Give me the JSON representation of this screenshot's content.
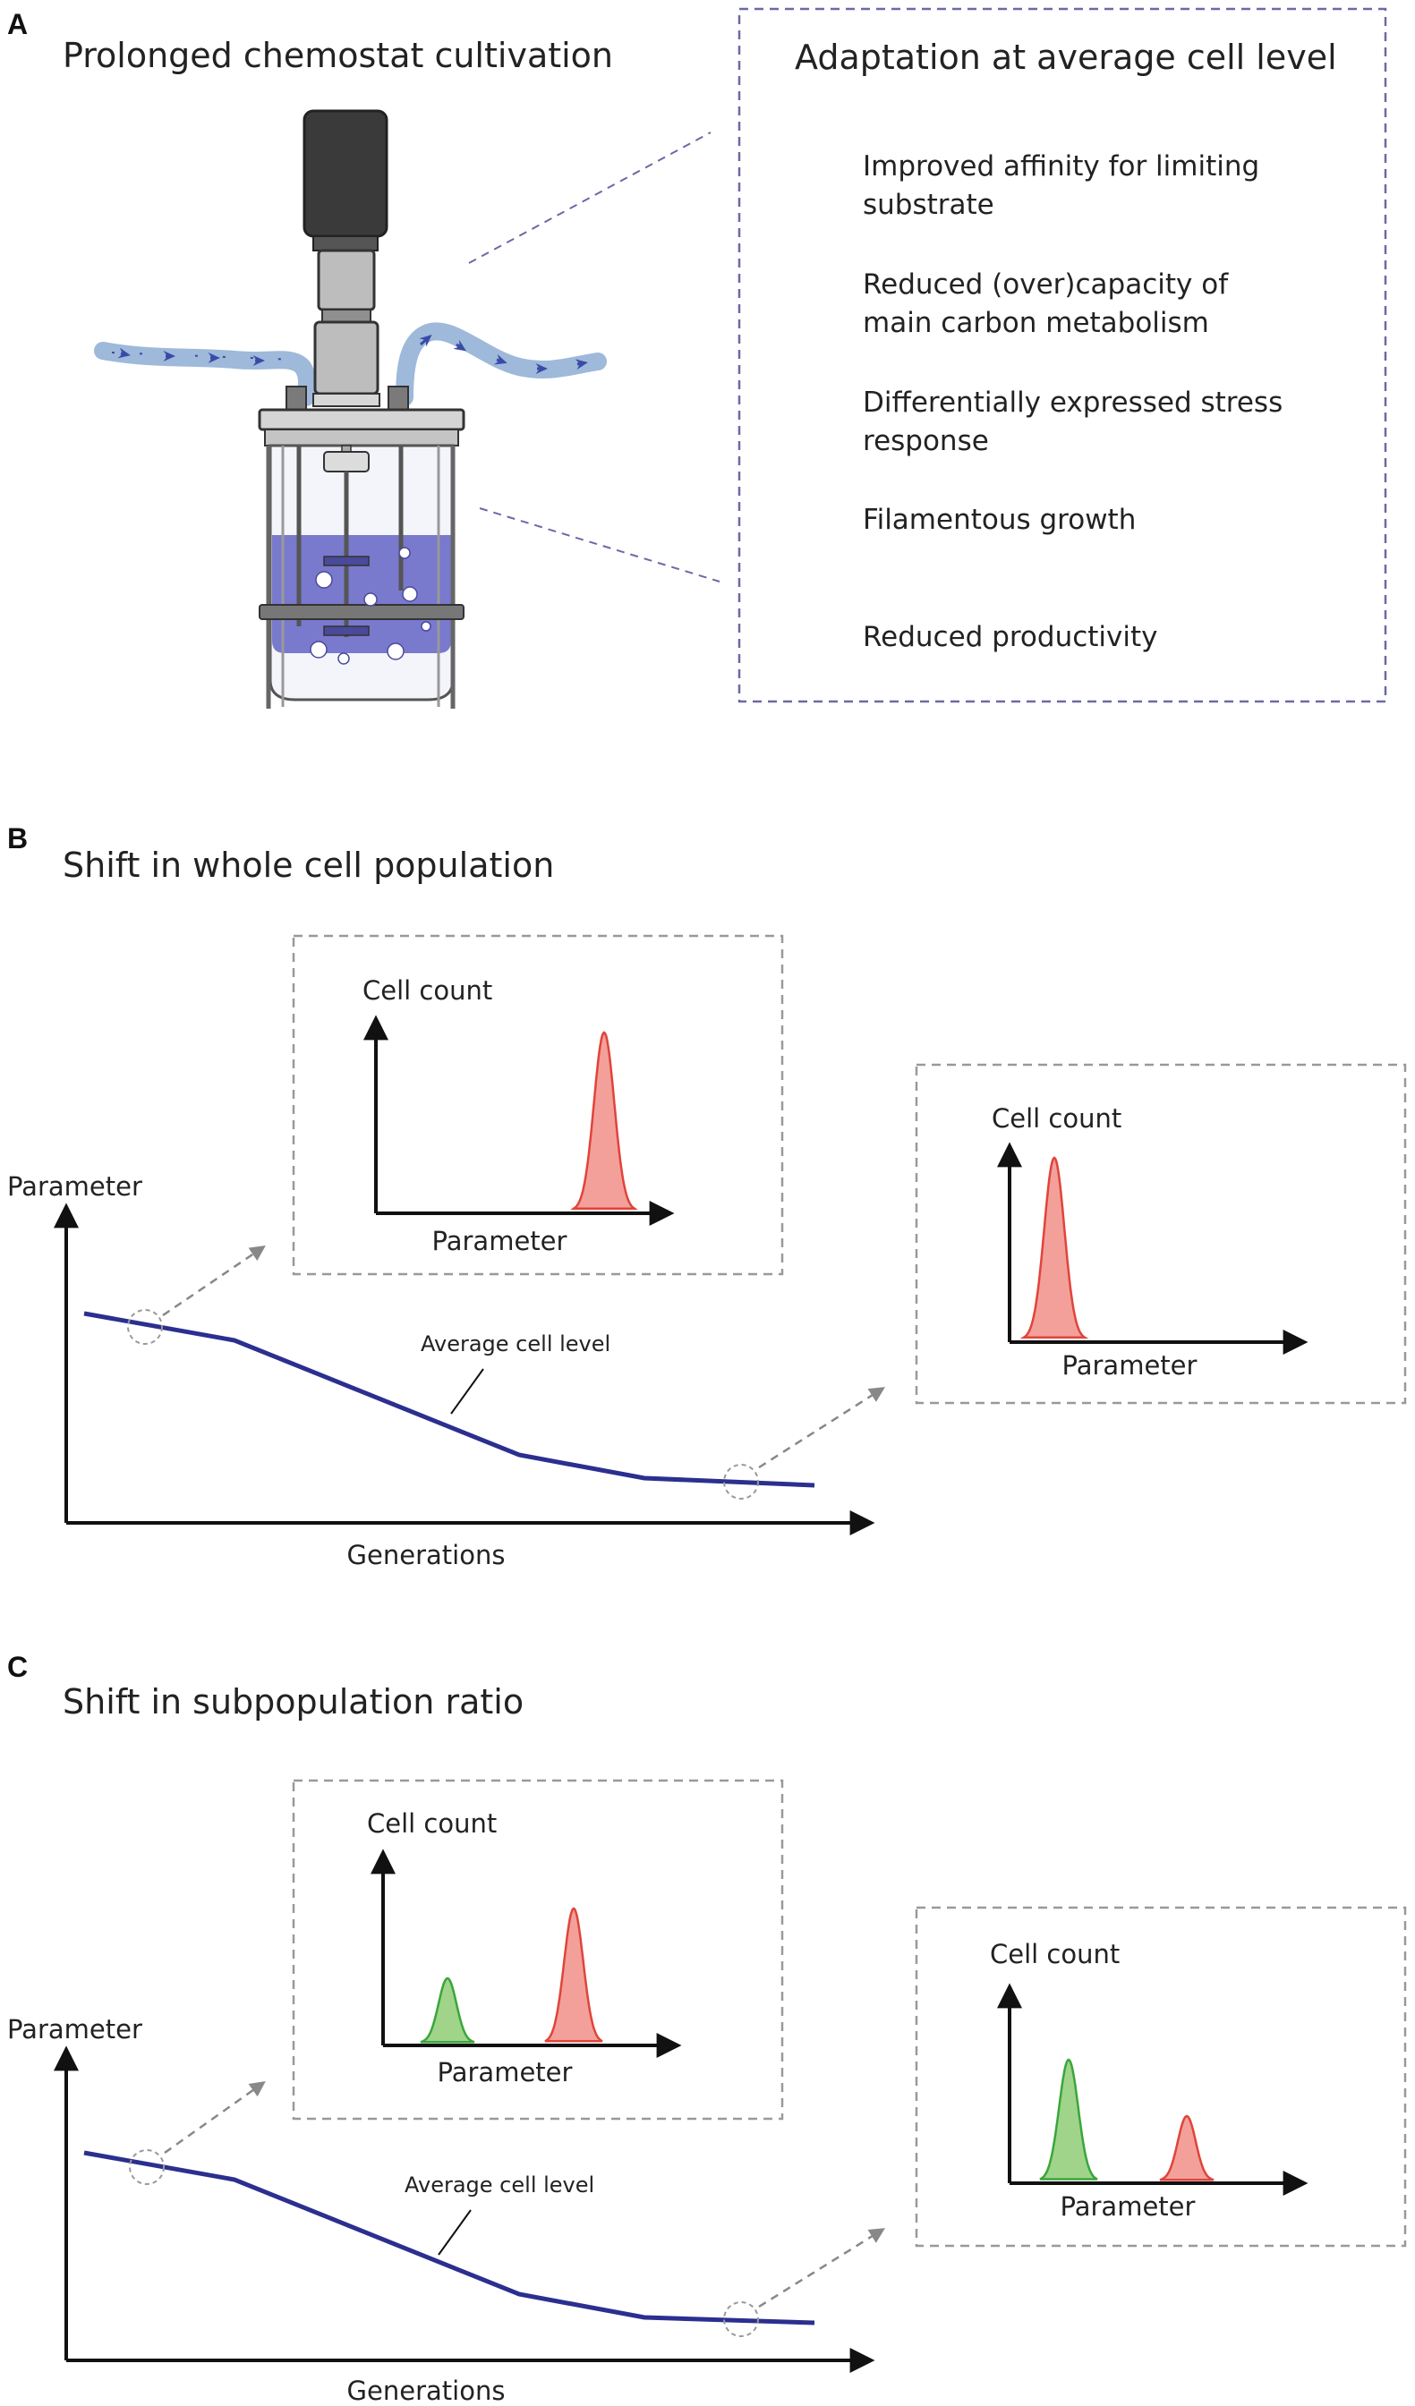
{
  "panel_a": {
    "letter": "A",
    "title": "Prolonged chemostat cultivation",
    "box_title": "Adaptation at average cell level",
    "items": [
      [
        "Improved affinity for limiting",
        "substrate"
      ],
      [
        "Reduced (over)capacity of",
        "main carbon metabolism"
      ],
      [
        "Differentially expressed stress",
        "response"
      ],
      [
        "Filamentous growth"
      ],
      [
        "Reduced productivity"
      ]
    ],
    "colors": {
      "medium": "#6b6bc8",
      "dashed_border": "#6a6aa6"
    }
  },
  "panel_b": {
    "letter": "B",
    "title": "Shift in whole cell population",
    "y_label": "Parameter",
    "x_label": "Generations",
    "curve_label": "Average cell level",
    "inset_y_label": "Cell count",
    "inset_x_label": "Parameter"
  },
  "panel_c": {
    "letter": "C",
    "title": "Shift in subpopulation ratio",
    "y_label": "Parameter",
    "x_label": "Generations",
    "curve_label": "Average cell level",
    "inset_y_label": "Cell count",
    "inset_x_label": "Parameter"
  },
  "colors": {
    "curve": "#2b2f8f",
    "red_peak_fill": "#f3a09a",
    "red_peak_stroke": "#e0443a",
    "green_peak_fill": "#9fd48a",
    "green_peak_stroke": "#3aa63a",
    "dashed_gray": "#999999"
  }
}
